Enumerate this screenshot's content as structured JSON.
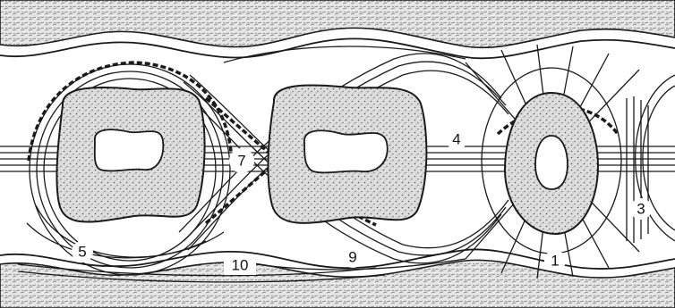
{
  "figure": {
    "colors": {
      "line": "#1a1a1a",
      "gingiva_fill": "#e2e2e2",
      "root_fill": "#dcdcdc",
      "canal_fill": "#ffffff",
      "background": "#ffffff"
    },
    "callouts": [
      {
        "id": "c1",
        "label": "1"
      },
      {
        "id": "c3",
        "label": "3"
      },
      {
        "id": "c4",
        "label": "4"
      },
      {
        "id": "c5",
        "label": "5"
      },
      {
        "id": "c7",
        "label": "7"
      },
      {
        "id": "c9",
        "label": "9"
      },
      {
        "id": "c10",
        "label": "10"
      }
    ]
  }
}
